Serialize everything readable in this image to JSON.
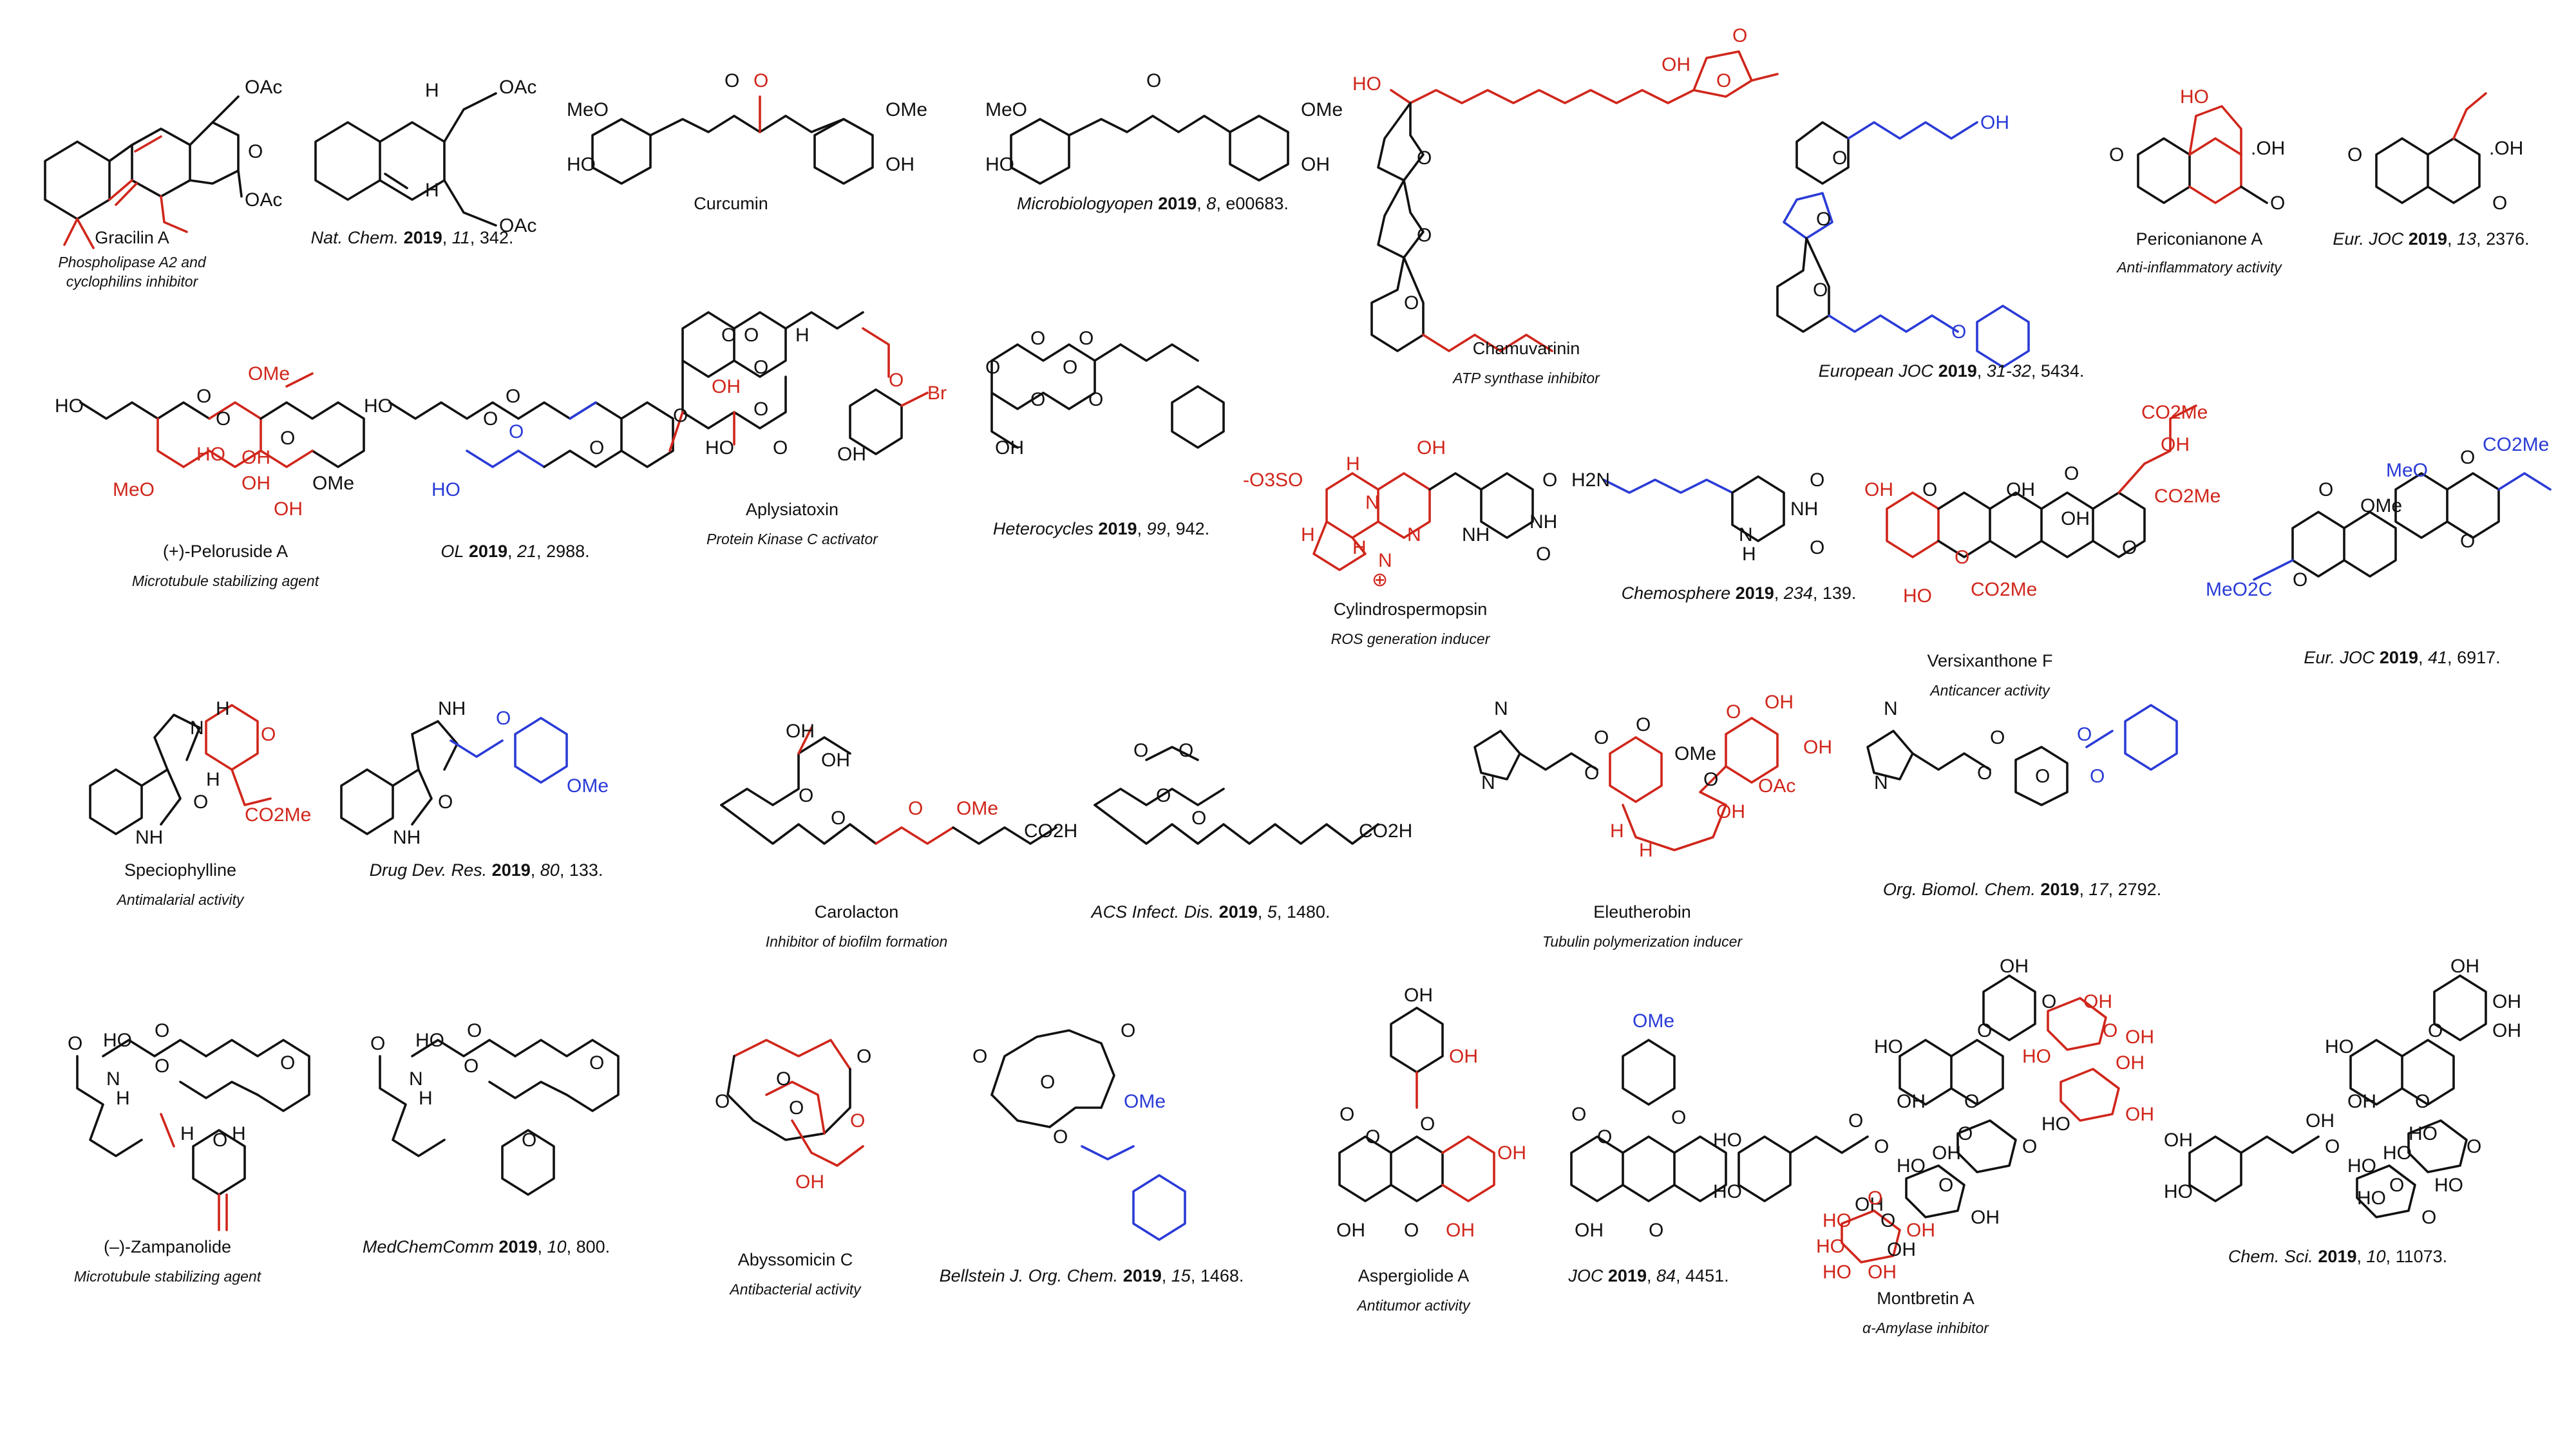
{
  "entries": [
    {
      "name": "Gracilin A",
      "activity": [
        "Phospholipase A2 and",
        "cyclophilins inhibitor"
      ],
      "atoms": [
        "OAc",
        "O",
        "OAc"
      ]
    },
    {
      "ref": {
        "journal": "Nat. Chem.",
        "year": "2019",
        "volume": "11",
        "page": "342."
      },
      "atoms": [
        "H",
        "OAc",
        "H",
        "OAc"
      ]
    },
    {
      "name": "Curcumin",
      "atoms": [
        "MeO",
        "HO",
        "O",
        "O",
        "OMe",
        "OH"
      ]
    },
    {
      "ref": {
        "journal": "Microbiologyopen",
        "year": "2019",
        "volume": "8",
        "page": "e00683."
      },
      "atoms": [
        "MeO",
        "HO",
        "O",
        "OMe",
        "OH"
      ]
    },
    {
      "name": "Chamuvarinin",
      "activity": [
        "ATP synthase inhibitor"
      ],
      "atoms": [
        "HO",
        "OH",
        "O",
        "O",
        "O",
        "O",
        "O"
      ]
    },
    {
      "ref": {
        "journal": "European JOC",
        "year": "2019",
        "volume": "31-32",
        "page": "5434."
      },
      "atoms": [
        "OH",
        "O",
        "O",
        "O",
        "O"
      ]
    },
    {
      "name": "Periconianone A",
      "activity": [
        "Anti-inflammatory activity"
      ],
      "atoms": [
        "HO",
        "O",
        ".OH",
        "O"
      ]
    },
    {
      "ref": {
        "journal": "Eur. JOC",
        "year": "2019",
        "volume": "13",
        "page": "2376."
      },
      "atoms": [
        "O",
        ".OH",
        "O"
      ]
    },
    {
      "name": "(+)-Peloruside A",
      "activity": [
        "Microtubule stabilizing agent"
      ],
      "atoms": [
        "HO",
        "OMe",
        "O",
        "O",
        "O",
        "HO",
        "OH",
        "MeO",
        "OH",
        "OH",
        "OMe"
      ]
    },
    {
      "ref": {
        "journal": "OL",
        "year": "2019",
        "volume": "21",
        "page": "2988."
      },
      "atoms": [
        "HO",
        "O",
        "O",
        "O",
        "HO",
        "O"
      ]
    },
    {
      "name": "Aplysiatoxin",
      "activity": [
        "Protein Kinase C activator"
      ],
      "atoms": [
        "O",
        "O",
        "H",
        "O",
        "OH",
        "O",
        "O",
        "O",
        "O",
        "HO",
        "Br",
        "OH"
      ]
    },
    {
      "ref": {
        "journal": "Heterocycles",
        "year": "2019",
        "volume": "99",
        "page": "942."
      },
      "atoms": [
        "O",
        "O",
        "O",
        "O",
        "O",
        "O",
        "OH"
      ]
    },
    {
      "name": "Cylindrospermopsin",
      "activity": [
        "ROS generation inducer"
      ],
      "atoms": [
        "-O3SO",
        "H",
        "OH",
        "O",
        "N",
        "NH",
        "NH",
        "N",
        "H",
        "O",
        "H",
        "N",
        "⊕"
      ]
    },
    {
      "ref": {
        "journal": "Chemosphere",
        "year": "2019",
        "volume": "234",
        "page": "139."
      },
      "atoms": [
        "H2N",
        "O",
        "NH",
        "N",
        "H",
        "O"
      ]
    },
    {
      "name": "Versixanthone F",
      "activity": [
        "Anticancer activity"
      ],
      "atoms": [
        "CO2Me",
        "OH",
        "O",
        "OH",
        "O",
        "OH",
        "OH",
        "CO2Me",
        "O",
        "O",
        "HO",
        "CO2Me"
      ]
    },
    {
      "ref": {
        "journal": "Eur. JOC",
        "year": "2019",
        "volume": "41",
        "page": "6917."
      },
      "atoms": [
        "CO2Me",
        "MeO",
        "O",
        "O",
        "OMe",
        "MeO2C",
        "O",
        "O"
      ]
    },
    {
      "name": "Speciophylline",
      "activity": [
        "Antimalarial activity"
      ],
      "atoms": [
        "N",
        "H",
        "O",
        "O",
        "NH",
        "H",
        "CO2Me"
      ]
    },
    {
      "ref": {
        "journal": "Drug Dev. Res.",
        "year": "2019",
        "volume": "80",
        "page": "133."
      },
      "atoms": [
        "NH",
        "O",
        "OMe",
        "O",
        "NH"
      ]
    },
    {
      "name": "Carolacton",
      "activity": [
        "Inhibitor of biofilm formation"
      ],
      "atoms": [
        "OH",
        "OH",
        "O",
        "O",
        "O",
        "OMe",
        "CO2H"
      ]
    },
    {
      "ref": {
        "journal": "ACS Infect. Dis.",
        "year": "2019",
        "volume": "5",
        "page": "1480."
      },
      "atoms": [
        "O",
        "O",
        "O",
        "O",
        "CO2H"
      ]
    },
    {
      "name": "Eleutherobin",
      "activity": [
        "Tubulin polymerization inducer"
      ],
      "atoms": [
        "N",
        "N",
        "O",
        "O",
        "O",
        "OMe",
        "OH",
        "OH",
        "O",
        "OAc",
        "OH",
        "H",
        "H",
        "O"
      ]
    },
    {
      "ref": {
        "journal": "Org. Biomol. Chem.",
        "year": "2019",
        "volume": "17",
        "page": "2792."
      },
      "atoms": [
        "N",
        "N",
        "O",
        "O",
        "O",
        "O",
        "O"
      ]
    },
    {
      "name": "(–)-Zampanolide",
      "activity": [
        "Microtubule stabilizing agent"
      ],
      "atoms": [
        "O",
        "HO",
        "O",
        "O",
        "N",
        "H",
        "H",
        "O",
        "H",
        "O"
      ]
    },
    {
      "ref": {
        "journal": "MedChemComm",
        "year": "2019",
        "volume": "10",
        "page": "800."
      },
      "atoms": [
        "O",
        "HO",
        "O",
        "O",
        "N",
        "H",
        "O",
        "O"
      ]
    },
    {
      "name": "Abyssomicin C",
      "activity": [
        "Antibacterial activity"
      ],
      "atoms": [
        "O",
        "O",
        "O",
        "O",
        "O",
        "OH"
      ]
    },
    {
      "ref": {
        "journal": "Bellstein J. Org. Chem.",
        "year": "2019",
        "volume": "15",
        "page": "1468."
      },
      "atoms": [
        "O",
        "O",
        "O",
        "OMe",
        "O"
      ]
    },
    {
      "name": "Aspergiolide A",
      "activity": [
        "Antitumor activity"
      ],
      "atoms": [
        "OH",
        "OH",
        "O",
        "O",
        "O",
        "OH",
        "OH",
        "O",
        "OH"
      ]
    },
    {
      "ref": {
        "journal": "JOC",
        "year": "2019",
        "volume": "84",
        "page": "4451."
      },
      "atoms": [
        "OMe",
        "O",
        "O",
        "O",
        "OH",
        "O"
      ]
    },
    {
      "name": "Montbretin A",
      "activity": [
        "α-Amylase inhibitor"
      ],
      "atoms": [
        "OH",
        "O",
        "OH",
        "HO",
        "O",
        "O",
        "OH",
        "HO",
        "OH",
        "OH",
        "O",
        "OH",
        "HO",
        "O",
        "O",
        "OH",
        "HO",
        "O",
        "O",
        "O",
        "OH",
        "HO",
        "OH",
        "O",
        "OH",
        "HO",
        "HO",
        "O",
        "OH",
        "HO",
        "HO",
        "OH"
      ]
    },
    {
      "ref": {
        "journal": "Chem. Sci.",
        "year": "2019",
        "volume": "10",
        "page": "11073."
      },
      "atoms": [
        "OH",
        "OH",
        "HO",
        "O",
        "OH",
        "OH",
        "O",
        "HO",
        "O",
        "HO",
        "OH",
        "O",
        "HO",
        "HO",
        "O",
        "O",
        "HO",
        "OH",
        "HO"
      ]
    }
  ],
  "colors": {
    "ink": "#111111",
    "highlight_red": "#d0261b",
    "highlight_blue": "#2a3bd6",
    "background": "#ffffff"
  }
}
